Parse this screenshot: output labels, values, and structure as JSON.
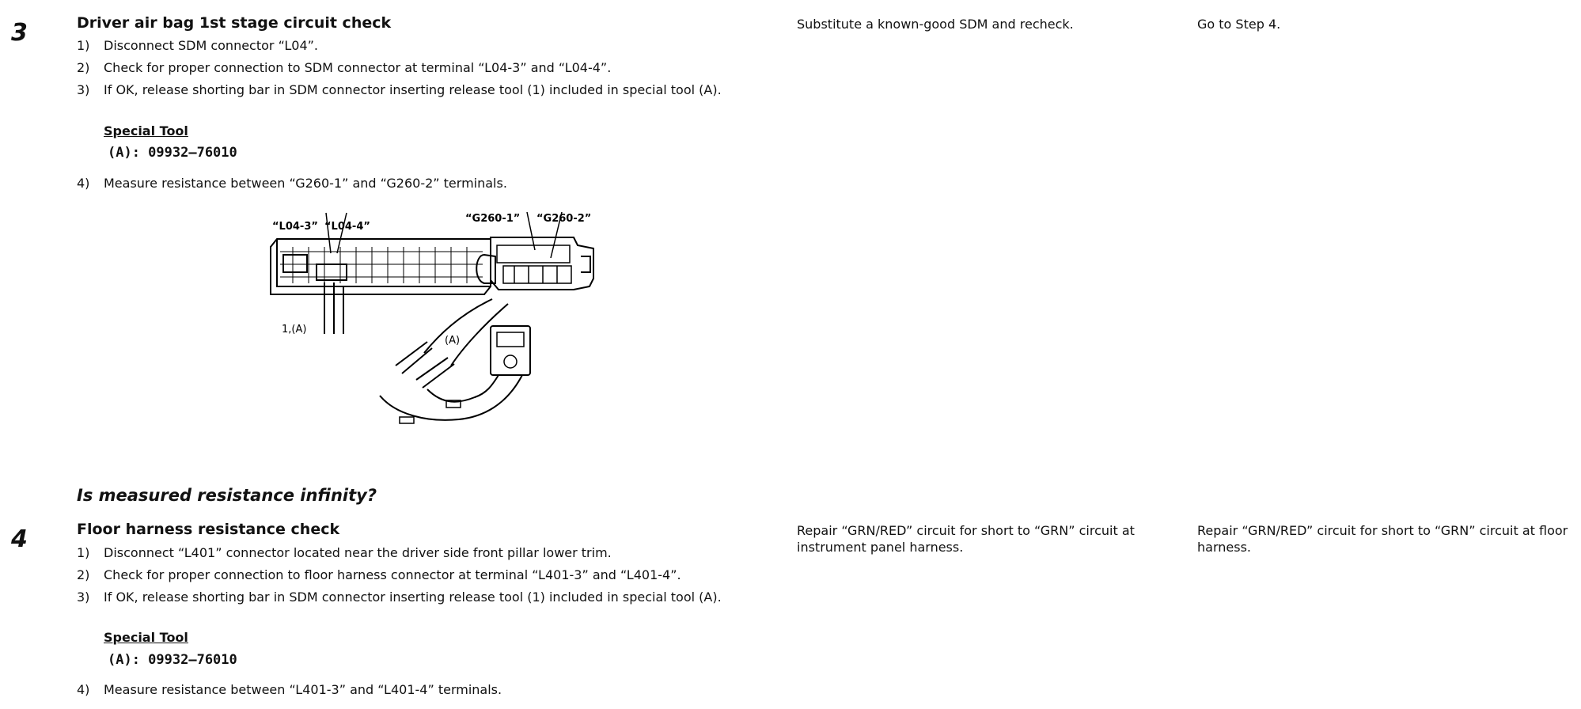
{
  "steps": [
    {
      "number": "3",
      "title": "Driver air bag 1st stage circuit check",
      "items": [
        {
          "n": "1)",
          "text": "Disconnect SDM connector “L04”."
        },
        {
          "n": "2)",
          "text": "Check for proper connection to SDM connector at terminal “L04-3” and “L04-4”."
        },
        {
          "n": "3)",
          "text": "If OK, release shorting bar in SDM connector inserting release tool (1) included in special tool (A)."
        },
        {
          "n": "4)",
          "text": "Measure resistance between “G260-1” and “G260-2” terminals."
        }
      ],
      "special_tool_label": "Special Tool",
      "special_tool_value": "(A): 09932–76010",
      "yes_action": "Substitute a known-good SDM and recheck.",
      "no_action": "Go to Step 4."
    },
    {
      "number": "4",
      "title": "Floor harness resistance check",
      "items": [
        {
          "n": "1)",
          "text": "Disconnect “L401” connector located near the driver side front pillar lower trim."
        },
        {
          "n": "2)",
          "text": "Check for proper connection to floor harness connector at terminal “L401-3” and “L401-4”."
        },
        {
          "n": "3)",
          "text": "If OK, release shorting bar in SDM connector inserting release tool (1) included in special tool (A)."
        },
        {
          "n": "4)",
          "text": "Measure resistance between “L401-3” and “L401-4” terminals."
        }
      ],
      "special_tool_label": "Special Tool",
      "special_tool_value": "(A): 09932–76010",
      "yes_action": "Repair “GRN/RED” circuit for short to “GRN” circuit at instrument panel harness.",
      "no_action": "Repair “GRN/RED” circuit for short to “GRN” circuit at floor harness."
    }
  ],
  "question": "Is measured resistance infinity?",
  "diagram": {
    "label_l04_3": "“L04-3”",
    "label_l04_4": "“L04-4”",
    "label_g260_1": "“G260-1”",
    "label_g260_2": "“G260-2”",
    "label_tool": "1,(A)",
    "label_a": "(A)"
  }
}
